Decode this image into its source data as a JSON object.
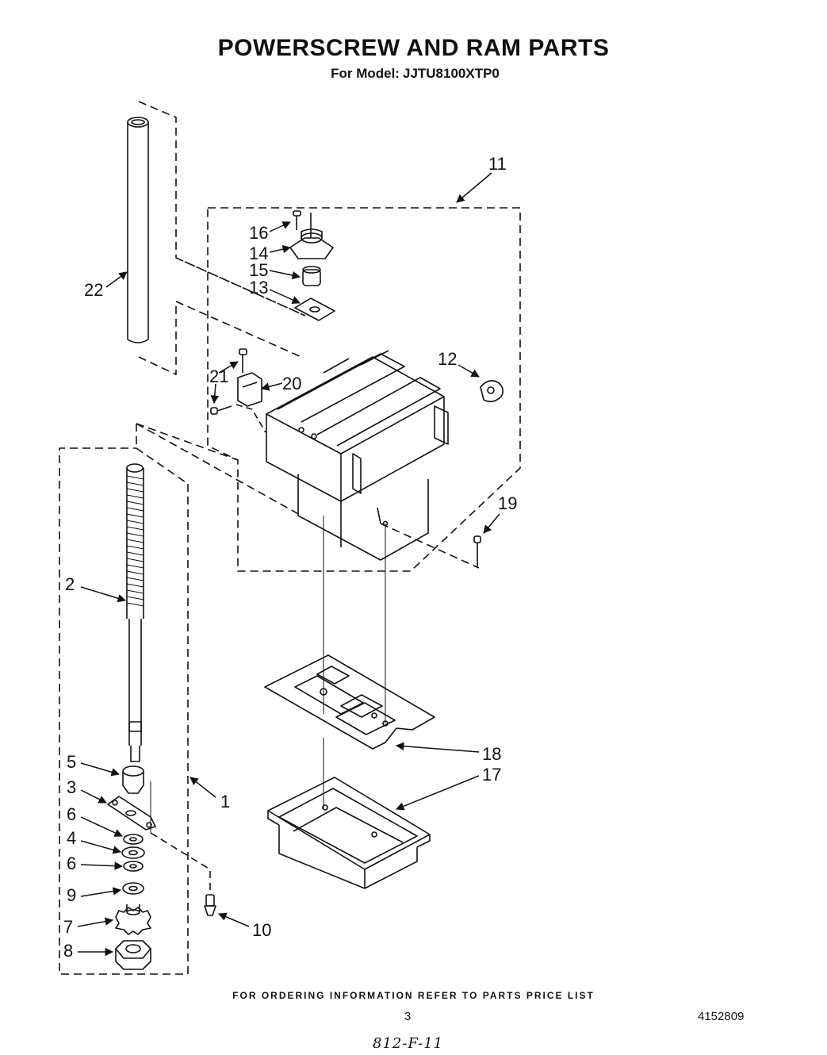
{
  "page": {
    "title": "POWERSCREW AND RAM PARTS",
    "model_label": "For Model:",
    "model_number": "JJTU8100XTP0"
  },
  "callouts": {
    "c1": "1",
    "c2": "2",
    "c3": "3",
    "c4": "4",
    "c5": "5",
    "c6a": "6",
    "c6b": "6",
    "c7": "7",
    "c8": "8",
    "c9": "9",
    "c10": "10",
    "c11": "11",
    "c12": "12",
    "c13": "13",
    "c14": "14",
    "c15": "15",
    "c16": "16",
    "c17": "17",
    "c18": "18",
    "c19": "19",
    "c20": "20",
    "c21": "21",
    "c22": "22"
  },
  "footer": {
    "ordering_note": "FOR ORDERING INFORMATION REFER TO PARTS PRICE LIST",
    "page_number": "3",
    "document_number": "4152809",
    "handwritten_note": "812-F-11"
  }
}
